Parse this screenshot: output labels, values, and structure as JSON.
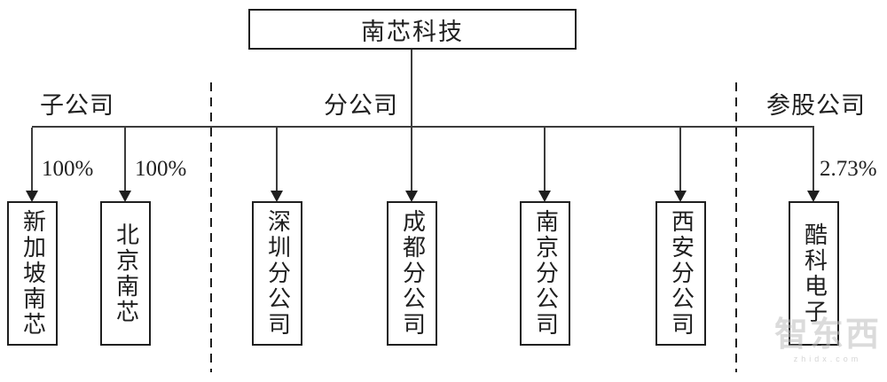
{
  "org": {
    "root": {
      "label": "南芯科技"
    },
    "sections": [
      {
        "label": "子公司"
      },
      {
        "label": "分公司"
      },
      {
        "label": "参股公司"
      }
    ],
    "nodes": [
      {
        "label": "新加坡南芯",
        "ownership": "100%",
        "section": "子公司"
      },
      {
        "label": "北京南芯",
        "ownership": "100%",
        "section": "子公司"
      },
      {
        "label": "深圳分公司",
        "ownership": "",
        "section": "分公司"
      },
      {
        "label": "成都分公司",
        "ownership": "",
        "section": "分公司"
      },
      {
        "label": "南京分公司",
        "ownership": "",
        "section": "分公司"
      },
      {
        "label": "西安分公司",
        "ownership": "",
        "section": "分公司"
      },
      {
        "label": "酷科电子",
        "ownership": "2.73%",
        "section": "参股公司"
      }
    ],
    "watermark": {
      "logo": "智东西",
      "subtext": "zhidx.com"
    },
    "colors": {
      "line": "#3c3c3c",
      "border": "#1f1f1f",
      "background": "#ffffff",
      "watermark": "#bebebe"
    }
  }
}
